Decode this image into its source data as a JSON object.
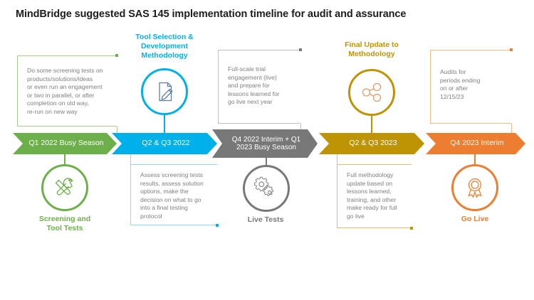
{
  "page": {
    "title": "MindBridge suggested SAS 145 implementation timeline for audit and assurance"
  },
  "colors": {
    "green": "#6DAF4B",
    "blue": "#00B0E8",
    "gray": "#787878",
    "gold": "#BE9405",
    "orange": "#ED7D31",
    "body_text": "#808080",
    "title_text": "#1d1d1f"
  },
  "stages": [
    {
      "key": "q1-2022",
      "chevron_label": "Q1 2022 Busy Season",
      "color": "#6DAF4B",
      "callout_position": "above",
      "callout_text": "Do some screening tests on\nproducts/solutions/ideas\nor even run an engagement\nor two in parallel, or after\ncompletion on old way,\nre-run on new way",
      "heading": "",
      "label": "Screening and\nTool Tests",
      "label_position": "below",
      "icon": "screwdriver-wrench-icon"
    },
    {
      "key": "q2-q3-2022",
      "chevron_label": "Q2 & Q3 2022",
      "color": "#00B0E8",
      "callout_position": "below",
      "callout_text": "Assess screening tests\nresults, assess solution\noptions, make the\ndecision on what to go\ninto a final testing\nprotocol",
      "heading": "Tool Selection &\nDevelopment\nMethodology",
      "label": "",
      "label_position": "above",
      "icon": "document-pencil-icon"
    },
    {
      "key": "q4-2022-q1-2023",
      "chevron_label": "Q4 2022 Interim + Q1\n2023  Busy Season",
      "color": "#787878",
      "callout_position": "above",
      "callout_text": "Full-scale trial\nengagement (live)\nand prepare for\nlessons learned for\ngo live next year",
      "heading": "",
      "label": "Live Tests",
      "label_position": "below",
      "icon": "gears-icon"
    },
    {
      "key": "q2-q3-2023",
      "chevron_label": "Q2 & Q3 2023",
      "color": "#BE9405",
      "callout_position": "below",
      "callout_text": "Full methodology\nupdate based on\nlessons learned,\ntraining, and other\nmake ready for full\ngo live",
      "heading": "Final Update to\nMethodology",
      "label": "",
      "label_position": "above",
      "icon": "network-share-icon"
    },
    {
      "key": "q4-2023",
      "chevron_label": "Q4 2023 Interim",
      "color": "#ED7D31",
      "callout_position": "above",
      "callout_text": "Audits for\nperiods ending\non or after\n12/15/23",
      "heading": "",
      "label": "Go Live",
      "label_position": "below",
      "icon": "award-ribbon-icon"
    }
  ]
}
